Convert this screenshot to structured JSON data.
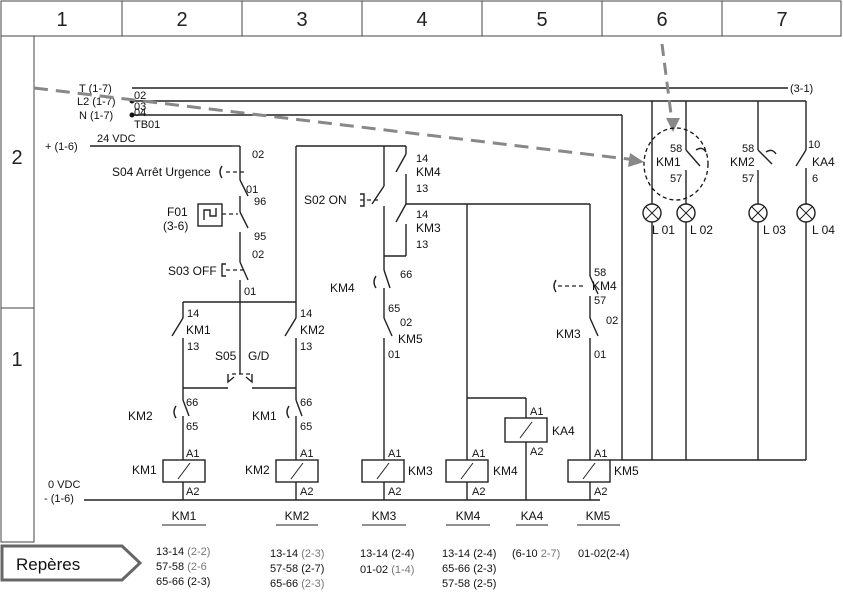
{
  "columns": [
    "1",
    "2",
    "3",
    "4",
    "5",
    "6",
    "7"
  ],
  "rows": [
    "2",
    "1"
  ],
  "supply": {
    "t": "T (1-7)",
    "l2": "L2 (1-7)",
    "n": "N (1-7)",
    "ref_right": "(3-1)",
    "terminal": [
      "02",
      "03",
      "04",
      "TB01"
    ],
    "plus": "+ (1-6)",
    "vdc24": "24 VDC",
    "zero_vdc": "0 VDC",
    "minus": "- (1-6)"
  },
  "components": {
    "s04": {
      "label": "S04 Arrêt Urgence",
      "t1": "02",
      "t2": "01"
    },
    "f01": {
      "label": "F01",
      "ref": "(3-6)",
      "t1": "96",
      "t2": "95"
    },
    "s03": {
      "label": "S03 OFF",
      "t1": "02",
      "t2": "01"
    },
    "s02": {
      "label": "S02 ON"
    },
    "km1_aux": {
      "label": "KM1",
      "t1": "14",
      "t2": "13"
    },
    "km2_aux": {
      "label": "KM2",
      "t1": "14",
      "t2": "13"
    },
    "s05": {
      "label": "S05",
      "pos": "G/D"
    },
    "km2_nc": {
      "label": "KM2",
      "t1": "66",
      "t2": "65"
    },
    "km1_nc": {
      "label": "KM1",
      "t1": "66",
      "t2": "65"
    },
    "km4_no": {
      "label": "KM4",
      "t1": "14",
      "t2": "13"
    },
    "km3_no": {
      "label": "KM3",
      "t1": "14",
      "t2": "13"
    },
    "km4_nc": {
      "label": "KM4",
      "t1": "66",
      "t2": "65"
    },
    "km5_nc": {
      "label": "KM5",
      "t1": "02",
      "t2": "01"
    },
    "km4_to": {
      "label": "KM4",
      "t1": "58",
      "t2": "57"
    },
    "km3_nc": {
      "label": "KM3",
      "t1": "02",
      "t2": "01"
    },
    "km1_lamp": {
      "label": "KM1",
      "t1": "58",
      "t2": "57"
    },
    "km2_lamp": {
      "label": "KM2",
      "t1": "58",
      "t2": "57"
    },
    "ka4_lamp": {
      "label": "KA4",
      "t1": "10",
      "t2": "6"
    }
  },
  "coils": [
    {
      "name": "KM1",
      "a1": "A1",
      "a2": "A2"
    },
    {
      "name": "KM2",
      "a1": "A1",
      "a2": "A2"
    },
    {
      "name": "KM3",
      "a1": "A1",
      "a2": "A2"
    },
    {
      "name": "KM4",
      "a1": "A1",
      "a2": "A2"
    },
    {
      "name": "KA4",
      "a1": "A1",
      "a2": "A2"
    },
    {
      "name": "KM5",
      "a1": "A1",
      "a2": "A2"
    }
  ],
  "lamps": [
    "L 01",
    "L 02",
    "L 03",
    "L 04"
  ],
  "reperes": {
    "label": "Repères",
    "columns": [
      {
        "coil": "KM1",
        "lines": [
          [
            "13-14 ",
            "(2-2)"
          ],
          [
            "57-58 ",
            "(2-6"
          ],
          [
            "65-66 (2-3)",
            ""
          ]
        ]
      },
      {
        "coil": "KM2",
        "lines": [
          [
            "13-14 ",
            "(2-3)"
          ],
          [
            "57-58 (2-7)",
            ""
          ],
          [
            "65-66 ",
            "(2-3)"
          ]
        ]
      },
      {
        "coil": "KM3",
        "lines": [
          [
            "13-14 (2-4)",
            ""
          ],
          [
            "01-02 ",
            "(1-4)"
          ]
        ]
      },
      {
        "coil": "KM4",
        "lines": [
          [
            "13-14 (2-4)",
            ""
          ],
          [
            "65-66 (2-3)",
            ""
          ],
          [
            "57-58 (2-5)",
            ""
          ]
        ]
      },
      {
        "coil": "KA4",
        "lines": [
          [
            "(6-10 ",
            "2-7)"
          ]
        ]
      },
      {
        "coil": "KM5",
        "lines": [
          [
            "01-02(2-4)",
            ""
          ]
        ]
      }
    ]
  }
}
